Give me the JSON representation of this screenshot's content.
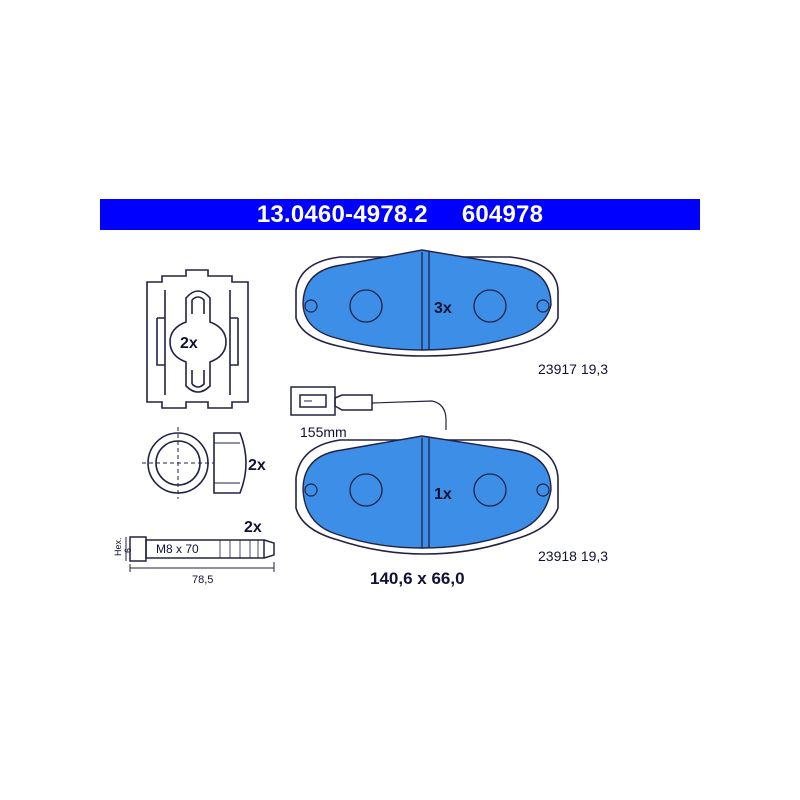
{
  "header": {
    "part_number": "13.0460-4978.2",
    "ref_number": "604978",
    "background": "#0000ff"
  },
  "clip": {
    "quantity": "2x"
  },
  "bushing": {
    "quantity": "2x"
  },
  "bolt": {
    "quantity": "2x",
    "thread": "M8 x 70",
    "length": "78,5",
    "head_label": "Hex.",
    "head_size": "6"
  },
  "wear_sensor": {
    "cable_length": "155mm"
  },
  "pad_upper": {
    "quantity": "3x",
    "spec": "23917 19,3"
  },
  "pad_lower": {
    "quantity": "1x",
    "spec": "23918 19,3"
  },
  "dimensions": "140,6 x 66,0",
  "colors": {
    "pad_fill": "#3d8ee6",
    "line": "#222244"
  }
}
